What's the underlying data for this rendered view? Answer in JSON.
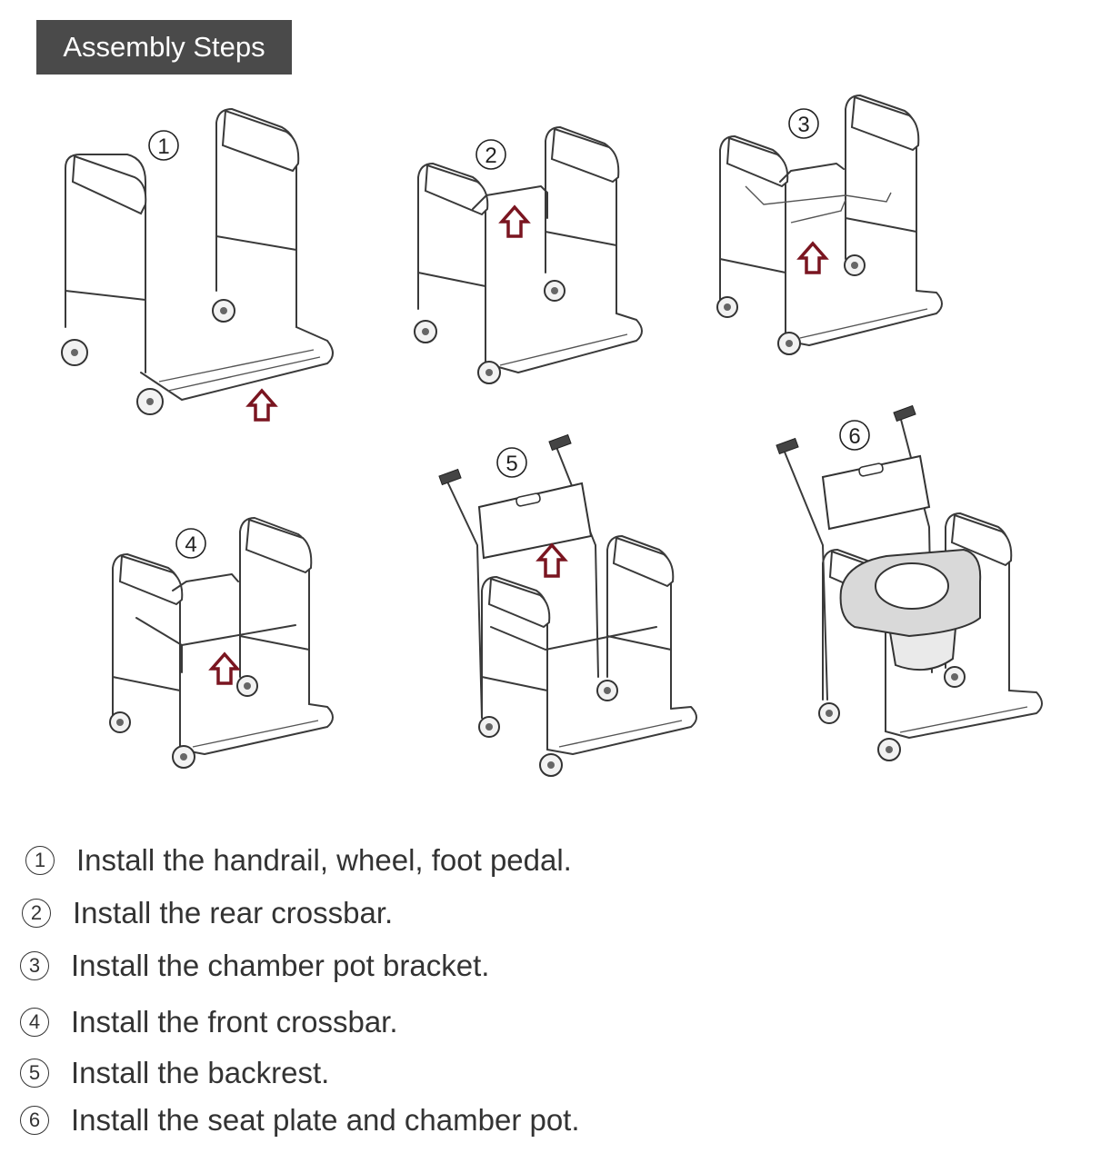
{
  "header": {
    "title": "Assembly Steps"
  },
  "diagram_labels": [
    "1",
    "2",
    "3",
    "4",
    "5",
    "6"
  ],
  "steps": [
    {
      "num": "1",
      "text": "Install the handrail, wheel, foot pedal."
    },
    {
      "num": "2",
      "text": "Install the rear crossbar."
    },
    {
      "num": "3",
      "text": "Install the chamber pot bracket."
    },
    {
      "num": "4",
      "text": "Install the front crossbar."
    },
    {
      "num": "5",
      "text": "Install the backrest."
    },
    {
      "num": "6",
      "text": "Install the seat plate and chamber pot."
    }
  ],
  "colors": {
    "badge_bg": "#4a4a4a",
    "badge_text": "#ffffff",
    "arrow": "#7a1520",
    "text": "#333333"
  }
}
